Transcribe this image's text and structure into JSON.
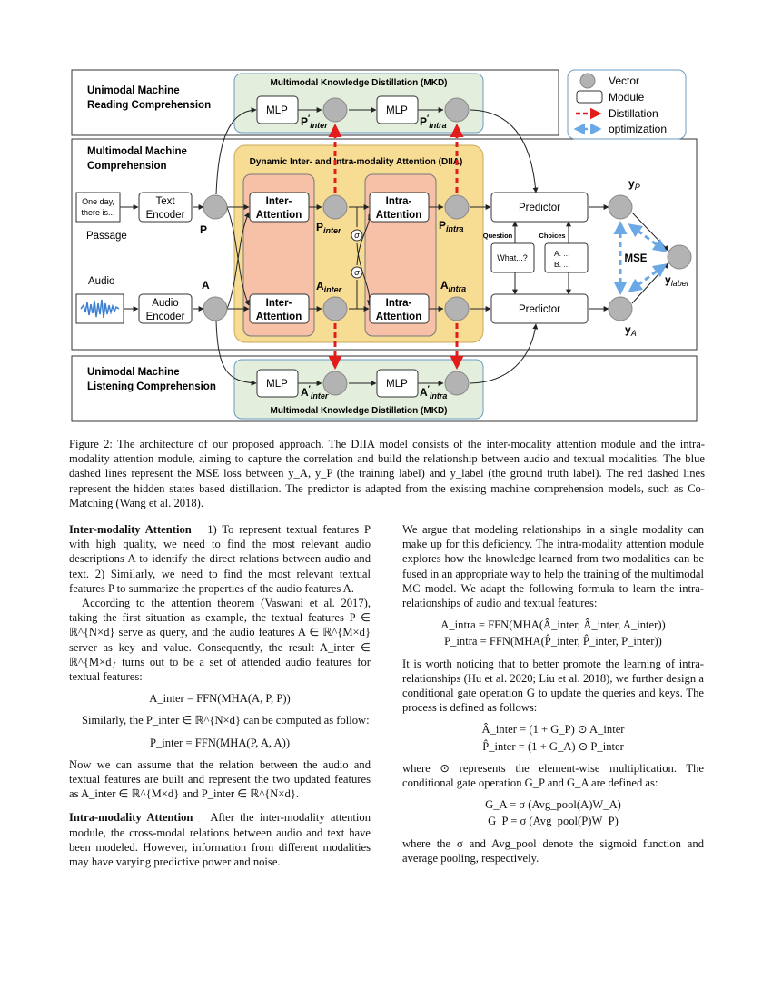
{
  "figure": {
    "reading_box_title": [
      "Unimodal Machine",
      "Reading Comprehension"
    ],
    "multimodal_box_title": [
      "Multimodal Machine",
      "Comprehension"
    ],
    "listening_box_title": [
      "Unimodal Machine",
      "Listening Comprehension"
    ],
    "mkd_title": "Multimodal Knowledge Distillation (MKD)",
    "diia_title": "Dynamic Inter- and Intra-modality Attention (DIIA)",
    "legend": {
      "vector": "Vector",
      "module": "Module",
      "distillation": "Distillation",
      "optimization": "optimization"
    },
    "mlp": "MLP",
    "passage_sample": [
      "One day,",
      "there is..."
    ],
    "passage_label": "Passage",
    "audio_label": "Audio",
    "text_encoder": [
      "Text",
      "Encoder"
    ],
    "audio_encoder": [
      "Audio",
      "Encoder"
    ],
    "inter_attention": [
      "Inter-",
      "Attention"
    ],
    "intra_attention": [
      "Intra-",
      "Attention"
    ],
    "predictor": "Predictor",
    "question_label": "Question",
    "question_text": "What...?",
    "choices_label": "Choices",
    "choices": [
      "A.   ...",
      "B.   ..."
    ],
    "mse": "MSE",
    "sigma": "σ",
    "sym": {
      "P": "P",
      "A": "A",
      "P_inter": "P",
      "P_inter_sub": "inter",
      "P_intra": "P",
      "P_intra_sub": "intra",
      "A_inter": "A",
      "A_inter_sub": "inter",
      "A_intra": "A",
      "A_intra_sub": "intra",
      "y": "y",
      "yP_sub": "P",
      "yA_sub": "A",
      "ylabel_sub": "label"
    }
  },
  "caption": "Figure 2: The architecture of our proposed approach. The DIIA model consists of the inter-modality attention module and the intra-modality attention module, aiming to capture the correlation and build the relationship between audio and textual modalities. The blue dashed lines represent the MSE loss between y_A, y_P (the training label) and y_label (the ground truth label). The red dashed lines represent the hidden states based distillation. The predictor is adapted from the existing machine comprehension models, such as Co-Matching (Wang et al. 2018).",
  "left_column": {
    "heading_inter": "Inter-modality Attention",
    "p1": "1) To represent textual features P with high quality, we need to find the most relevant audio descriptions A to identify the direct relations between audio and text. 2) Similarly, we need to find the most relevant textual features P to summarize the properties of the audio features A.",
    "p2": "According to the attention theorem (Vaswani et al. 2017), taking the first situation as example, the textual features P ∈ ℝ^{N×d} serve as query, and the audio features A ∈ ℝ^{M×d} server as key and value. Consequently, the result A_inter ∈ ℝ^{M×d} turns out to be a set of attended audio features for textual features:",
    "eq1": "A_inter = FFN(MHA(A, P, P))",
    "p3": "Similarly, the P_inter ∈ ℝ^{N×d} can be computed as follow:",
    "eq2": "P_inter = FFN(MHA(P, A, A))",
    "p4": "Now we can assume that the relation between the audio and textual features are built and represent the two updated features as A_inter ∈ ℝ^{M×d} and P_inter ∈ ℝ^{N×d}.",
    "heading_intra": "Intra-modality Attention",
    "p5": "After the inter-modality attention module, the cross-modal relations between audio and text have been modeled. However, information from different modalities may have varying predictive power and noise."
  },
  "right_column": {
    "p1": "We argue that modeling relationships in a single modality can make up for this deficiency. The intra-modality attention module explores how the knowledge learned from two modalities can be fused in an appropriate way to help the training of the multimodal MC model. We adapt the following formula to learn the intra-relationships of audio and textual features:",
    "eq1": "A_intra = FFN(MHA(Â_inter, Â_inter, A_inter))",
    "eq2": "P_intra = FFN(MHA(P̂_inter, P̂_inter, P_inter))",
    "p2": "It is worth noticing that to better promote the learning of intra-relationships (Hu et al. 2020; Liu et al. 2018), we further design a conditional gate operation G to update the queries and keys. The process is defined as follows:",
    "eq3": "Â_inter = (1 + G_P) ⊙ A_inter",
    "eq4": "P̂_inter = (1 + G_A) ⊙ P_inter",
    "p3": "where ⊙ represents the element-wise multiplication. The conditional gate operation G_P and G_A are defined as:",
    "eq5": "G_A = σ (Avg_pool(A)W_A)",
    "eq6": "G_P = σ (Avg_pool(P)W_P)",
    "p4": "where the σ and Avg_pool denote the sigmoid function and average pooling, respectively."
  }
}
